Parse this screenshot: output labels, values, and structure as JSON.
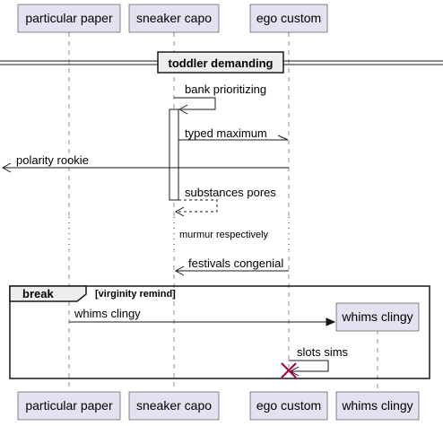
{
  "participants": [
    {
      "label": "particular paper"
    },
    {
      "label": "sneaker capo"
    },
    {
      "label": "ego custom"
    },
    {
      "label": "whims clingy"
    }
  ],
  "divider": {
    "label": "toddler demanding"
  },
  "messages": {
    "m1": "bank prioritizing",
    "m2": "typed maximum",
    "m3": "polarity rookie",
    "m4": "substances pores",
    "m5": "murmur respectively",
    "m6": "festivals congenial",
    "m7": "whims clingy",
    "m8": "slots sims"
  },
  "fragment": {
    "keyword": "break",
    "guard": "[virginity remind]"
  }
}
